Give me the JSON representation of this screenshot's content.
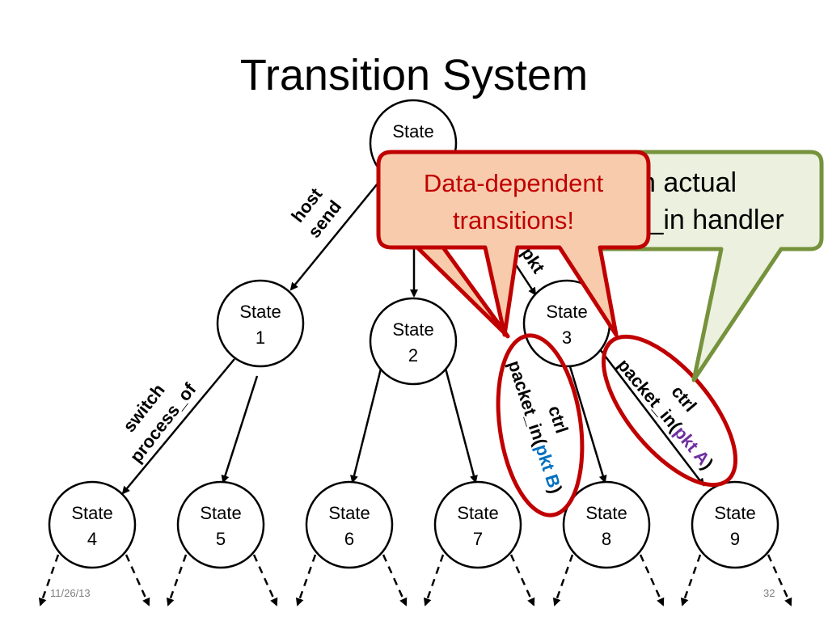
{
  "slide": {
    "title": "Transition System",
    "date": "11/26/13",
    "page_number": "32"
  },
  "states": [
    {
      "id": "root",
      "line1": "State",
      "line2": ""
    },
    {
      "id": "s1",
      "line1": "State",
      "line2": "1"
    },
    {
      "id": "s2",
      "line1": "State",
      "line2": "2"
    },
    {
      "id": "s3",
      "line1": "State",
      "line2": "3"
    },
    {
      "id": "s4",
      "line1": "State",
      "line2": "4"
    },
    {
      "id": "s5",
      "line1": "State",
      "line2": "5"
    },
    {
      "id": "s6",
      "line1": "State",
      "line2": "6"
    },
    {
      "id": "s7",
      "line1": "State",
      "line2": "7"
    },
    {
      "id": "s8",
      "line1": "State",
      "line2": "8"
    },
    {
      "id": "s9",
      "line1": "State",
      "line2": "9"
    }
  ],
  "edge_labels": {
    "host_send": {
      "line1": "host",
      "line2": "send"
    },
    "switch_process_of": {
      "line1": "switch",
      "line2": "process_of"
    },
    "pkt_partial": "pkt",
    "ctrl_pkt_b": {
      "line1": "ctrl",
      "line2_prefix": "packet_in(",
      "pkt": "pkt B",
      "line2_suffix": ")"
    },
    "ctrl_pkt_a": {
      "line1": "ctrl",
      "line2_prefix": "packet_in(",
      "pkt": "pkt A",
      "line2_suffix": ")"
    }
  },
  "callouts": {
    "red": {
      "line1": "Data-dependent",
      "line2": "transitions!"
    },
    "green": {
      "line1": "n actual",
      "line2": "t_in handler"
    }
  },
  "colors": {
    "red_border": "#c00000",
    "red_fill": "#f8cbad",
    "red_text": "#c00000",
    "green_border": "#76923c",
    "green_fill": "#ebf1de",
    "pkt_b": "#0070c0",
    "pkt_a": "#7030a0"
  }
}
